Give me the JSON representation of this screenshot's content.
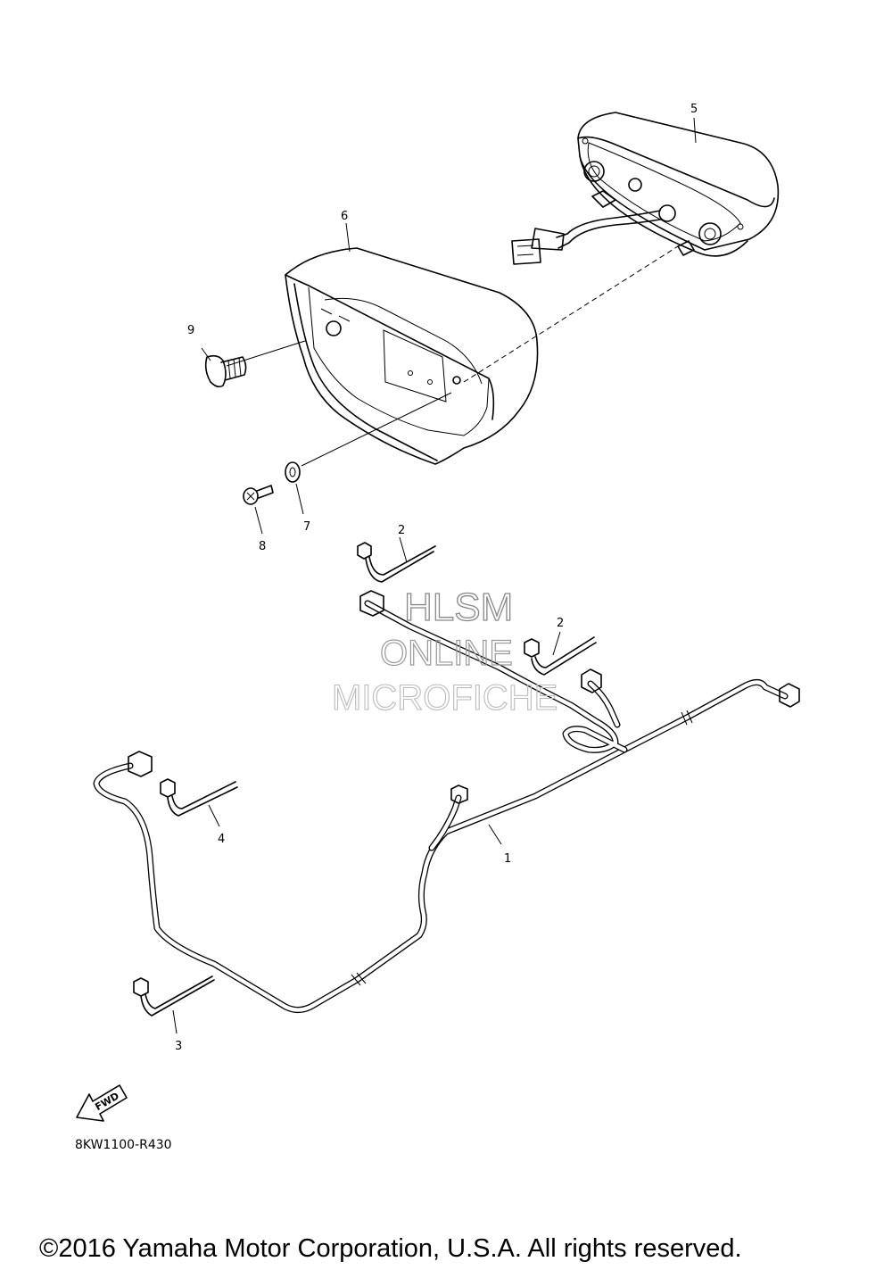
{
  "diagram": {
    "callouts": {
      "p1": "1",
      "p2a": "2",
      "p2b": "2",
      "p3": "3",
      "p4": "4",
      "p5": "5",
      "p6": "6",
      "p7": "7",
      "p8": "8",
      "p9": "9"
    },
    "fwd_label": "FWD",
    "reference_code": "8KW1100-R430",
    "watermark": {
      "line1": "HLSM",
      "line2": "ONLINE",
      "line3": "MICROFICHE"
    },
    "copyright": "©2016 Yamaha Motor Corporation, U.S.A. All rights reserved."
  }
}
